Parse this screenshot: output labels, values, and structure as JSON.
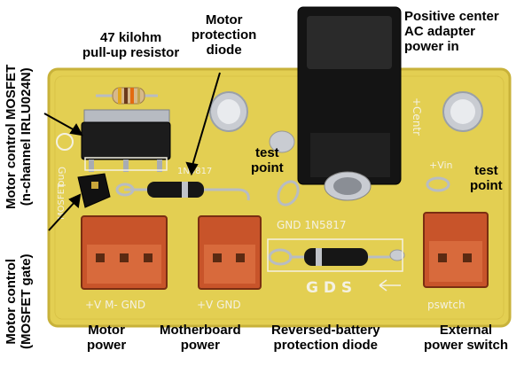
{
  "labels": {
    "resistor": [
      "47 kilohm",
      "pull-up resistor"
    ],
    "diode_motor": [
      "Motor",
      "protection",
      "diode"
    ],
    "ac_adapter": [
      "Positive center",
      "AC adapter",
      "power in"
    ],
    "test_point_left": [
      "test",
      "point"
    ],
    "test_point_right": [
      "test",
      "point"
    ],
    "mosfet": [
      "Motor control MOSFET",
      "(n-channel IRLU024N)"
    ],
    "gate": [
      "Motor control",
      "(MOSFET gate)"
    ],
    "motor_power": [
      "Motor",
      "power"
    ],
    "motherboard_power": [
      "Motherboard",
      "power"
    ],
    "reverse_battery": [
      "Reversed-battery",
      "protection diode"
    ],
    "ext_switch": [
      "External",
      "power switch"
    ]
  },
  "silkscreen": {
    "diode1": "1N5817",
    "gnd_diode2": "GND 1N5817",
    "gds": "G D S",
    "centr": "+Centr",
    "vin": "+Vin",
    "motor_pins": "+V  M-  GND",
    "mb_pins": "+V  GND",
    "pswitch": "pswtch",
    "gnd_left": "Gnd",
    "mosfet_left": "MOSFET"
  },
  "colors": {
    "board": "#e3cf52",
    "board_edge": "#c8b23a",
    "connector": "#c8542a",
    "jack": "#141414",
    "silver": "#c9ccd2"
  }
}
